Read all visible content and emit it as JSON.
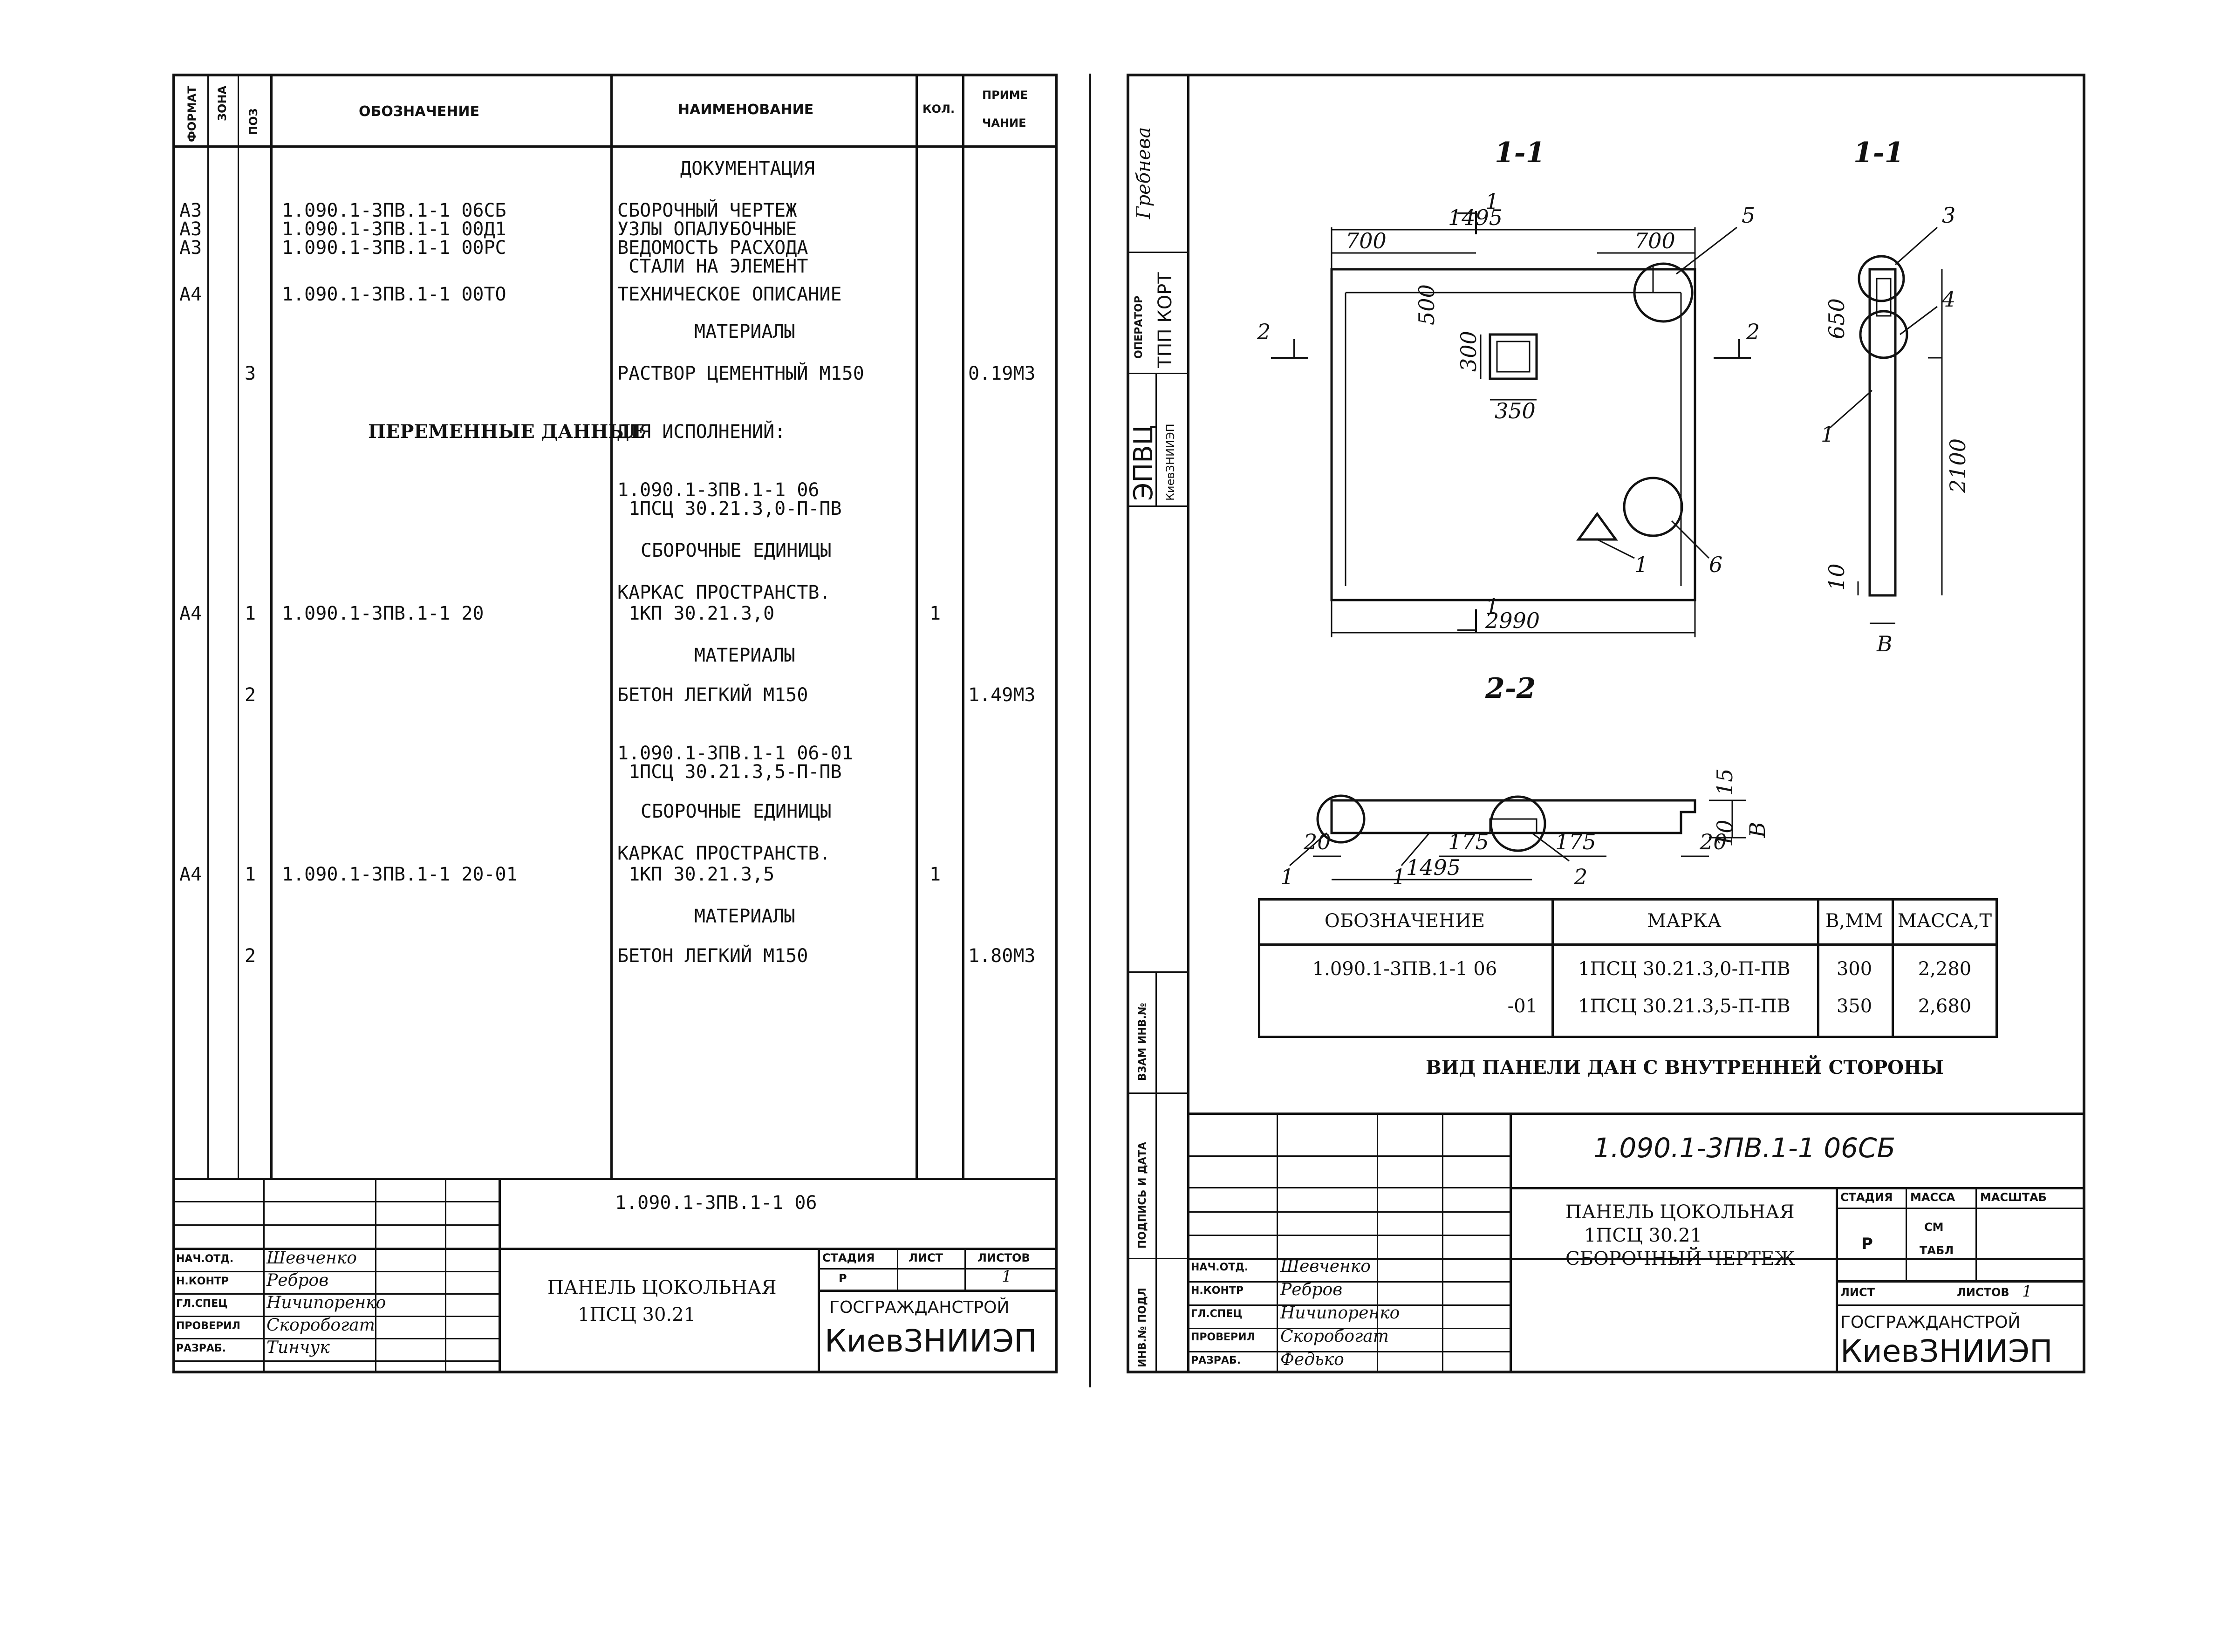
{
  "left_sheet": {
    "headers": {
      "format": "ФОРМАТ",
      "zone": "ЗОНА",
      "pos": "ПОЗ",
      "designation": "ОБОЗНАЧЕНИЕ",
      "name": "НАИМЕНОВАНИЕ",
      "qty": "КОЛ.",
      "note_1": "ПРИМЕ",
      "note_2": "ЧАНИЕ"
    },
    "rows": [
      {
        "format": "",
        "pos": "",
        "designation": "",
        "name": "ДОКУМЕНТАЦИЯ",
        "qty": "",
        "note": ""
      },
      {
        "format": "А3",
        "pos": "",
        "designation": "1.090.1-3ПВ.1-1 06СБ",
        "name": "СБОРОЧНЫЙ ЧЕРТЕЖ",
        "qty": "",
        "note": ""
      },
      {
        "format": "А3",
        "pos": "",
        "designation": "1.090.1-3ПВ.1-1 00Д1",
        "name": "УЗЛЫ ОПАЛУБОЧНЫЕ",
        "qty": "",
        "note": ""
      },
      {
        "format": "А3",
        "pos": "",
        "designation": "1.090.1-3ПВ.1-1 00РС",
        "name": "ВЕДОМОСТЬ РАСХОДА",
        "qty": "",
        "note": ""
      },
      {
        "format": "",
        "pos": "",
        "designation": "",
        "name": " СТАЛИ НА ЭЛЕМЕНТ",
        "qty": "",
        "note": ""
      },
      {
        "format": "А4",
        "pos": "",
        "designation": "1.090.1-3ПВ.1-1 00ТО",
        "name": "ТЕХНИЧЕСКОЕ ОПИСАНИЕ",
        "qty": "",
        "note": ""
      },
      {
        "format": "",
        "pos": "",
        "designation": "",
        "name": "МАТЕРИАЛЫ",
        "qty": "",
        "note": ""
      },
      {
        "format": "",
        "pos": "3",
        "designation": "",
        "name": "РАСТВОР ЦЕМЕНТНЫЙ М150",
        "qty": "",
        "note": "0.19М3"
      },
      {
        "format": "",
        "pos": "",
        "designation": "ПЕРЕМЕННЫЕ ДАННЫЕ",
        "name": "ДЛЯ ИСПОЛНЕНИЙ:",
        "qty": "",
        "note": ""
      },
      {
        "format": "",
        "pos": "",
        "designation": "",
        "name": "1.090.1-3ПВ.1-1 06",
        "qty": "",
        "note": ""
      },
      {
        "format": "",
        "pos": "",
        "designation": "",
        "name": " 1ПСЦ 30.21.3,0-П-ПВ",
        "qty": "",
        "note": ""
      },
      {
        "format": "",
        "pos": "",
        "designation": "",
        "name": "СБОРОЧНЫЕ ЕДИНИЦЫ",
        "qty": "",
        "note": ""
      },
      {
        "format": "",
        "pos": "",
        "designation": "",
        "name": "КАРКАС ПРОСТРАНСТВ.",
        "qty": "",
        "note": ""
      },
      {
        "format": "А4",
        "pos": "1",
        "designation": "1.090.1-3ПВ.1-1 20",
        "name": " 1КП 30.21.3,0",
        "qty": "1",
        "note": ""
      },
      {
        "format": "",
        "pos": "",
        "designation": "",
        "name": "МАТЕРИАЛЫ",
        "qty": "",
        "note": ""
      },
      {
        "format": "",
        "pos": "2",
        "designation": "",
        "name": "БЕТОН ЛЕГКИЙ М150",
        "qty": "",
        "note": "1.49М3"
      },
      {
        "format": "",
        "pos": "",
        "designation": "",
        "name": "1.090.1-3ПВ.1-1 06-01",
        "qty": "",
        "note": ""
      },
      {
        "format": "",
        "pos": "",
        "designation": "",
        "name": " 1ПСЦ 30.21.3,5-П-ПВ",
        "qty": "",
        "note": ""
      },
      {
        "format": "",
        "pos": "",
        "designation": "",
        "name": "СБОРОЧНЫЕ ЕДИНИЦЫ",
        "qty": "",
        "note": ""
      },
      {
        "format": "",
        "pos": "",
        "designation": "",
        "name": "КАРКАС ПРОСТРАНСТВ.",
        "qty": "",
        "note": ""
      },
      {
        "format": "А4",
        "pos": "1",
        "designation": "1.090.1-3ПВ.1-1 20-01",
        "name": " 1КП 30.21.3,5",
        "qty": "1",
        "note": ""
      },
      {
        "format": "",
        "pos": "",
        "designation": "",
        "name": "МАТЕРИАЛЫ",
        "qty": "",
        "note": ""
      },
      {
        "format": "",
        "pos": "2",
        "designation": "",
        "name": "БЕТОН ЛЕГКИЙ М150",
        "qty": "",
        "note": "1.80М3"
      }
    ],
    "title_block": {
      "doc_code": "1.090.1-3ПВ.1-1 06",
      "title_1": "ПАНЕЛЬ ЦОКОЛЬНАЯ",
      "title_2": "1ПСЦ 30.21",
      "stage_label": "СТАДИЯ",
      "sheet_label": "ЛИСТ",
      "sheets_label": "ЛИСТОВ",
      "stage": "Р",
      "sheets": "1",
      "org_1": "ГОСГРАЖДАНСТРОЙ",
      "org_2": "КиевЗНИИЭП",
      "signers": [
        {
          "role": "НАЧ.ОТД.",
          "name": "Шевченко"
        },
        {
          "role": "Н.КОНТР",
          "name": "Ребров"
        },
        {
          "role": "ГЛ.СПЕЦ",
          "name": "Ничипоренко"
        },
        {
          "role": "ПРОВЕРИЛ",
          "name": "Скоробогат"
        },
        {
          "role": "РАЗРАБ.",
          "name": "Тинчук"
        }
      ]
    }
  },
  "right_sheet": {
    "side_stamp": {
      "name_1": "Гребнева",
      "operator_label": "ОПЕРАТОР",
      "operator": "ТПП КОРТ",
      "org_code": "ЭПВЦ",
      "org_sub": "КиевЗНИИЭП",
      "inv_label": "ВЗАМ ИНВ.№",
      "sign_label": "ПОДПИСЬ И ДАТА",
      "inv_orig_label": "ИНВ.№ ПОДЛ"
    },
    "section_1_label": "1-1",
    "section_2_label": "2-2",
    "dims": {
      "width_top": "1495",
      "left_700": "700",
      "right_700": "700",
      "h_500": "500",
      "h_300": "300",
      "w_350": "350",
      "total_2990": "2990",
      "h_650": "650",
      "h_2100": "2100",
      "d_10": "10",
      "b": "В",
      "d_15": "15",
      "d_10b": "10",
      "d_20l": "20",
      "d_20r": "20",
      "d_175a": "175",
      "d_175b": "175",
      "width_bottom": "1495"
    },
    "cut_marks": {
      "c1_top": "1",
      "c1_bot": "1",
      "c2_left": "2",
      "c2_right": "2"
    },
    "callouts": {
      "n1a": "1",
      "n5": "5",
      "n6": "6",
      "n3": "3",
      "n4": "4",
      "n1b": "1",
      "n1c": "1",
      "n1d": "1",
      "n2": "2"
    },
    "spec_table": {
      "headers": [
        "ОБОЗНАЧЕНИЕ",
        "МАРКА",
        "В,ММ",
        "МАССА,Т"
      ],
      "rows": [
        [
          "1.090.1-3ПВ.1-1 06",
          "1ПСЦ 30.21.3,0-П-ПВ",
          "300",
          "2,280"
        ],
        [
          "-01",
          "1ПСЦ 30.21.3,5-П-ПВ",
          "350",
          "2,680"
        ]
      ]
    },
    "caption": "ВИД ПАНЕЛИ ДАН С ВНУТРЕННЕЙ СТОРОНЫ",
    "title_block": {
      "doc_code": "1.090.1-3ПВ.1-1 06СБ",
      "title_1": "ПАНЕЛЬ ЦОКОЛЬНАЯ",
      "title_2": "1ПСЦ 30.21",
      "title_3": "СБОРОЧНЫЙ ЧЕРТЕЖ",
      "stage_label": "СТАДИЯ",
      "mass_label": "МАССА",
      "scale_label": "МАСШТАБ",
      "stage": "Р",
      "mass_1": "СМ",
      "mass_2": "ТАБЛ",
      "sheet_label": "ЛИСТ",
      "sheets_label": "ЛИСТОВ",
      "sheets": "1",
      "org_1": "ГОСГРАЖДАНСТРОЙ",
      "org_2": "КиевЗНИИЭП",
      "signers": [
        {
          "role": "НАЧ.ОТД.",
          "name": "Шевченко"
        },
        {
          "role": "Н.КОНТР",
          "name": "Ребров"
        },
        {
          "role": "ГЛ.СПЕЦ",
          "name": "Ничипоренко"
        },
        {
          "role": "ПРОВЕРИЛ",
          "name": "Скоробогат"
        },
        {
          "role": "РАЗРАБ.",
          "name": "Федько"
        }
      ]
    }
  }
}
